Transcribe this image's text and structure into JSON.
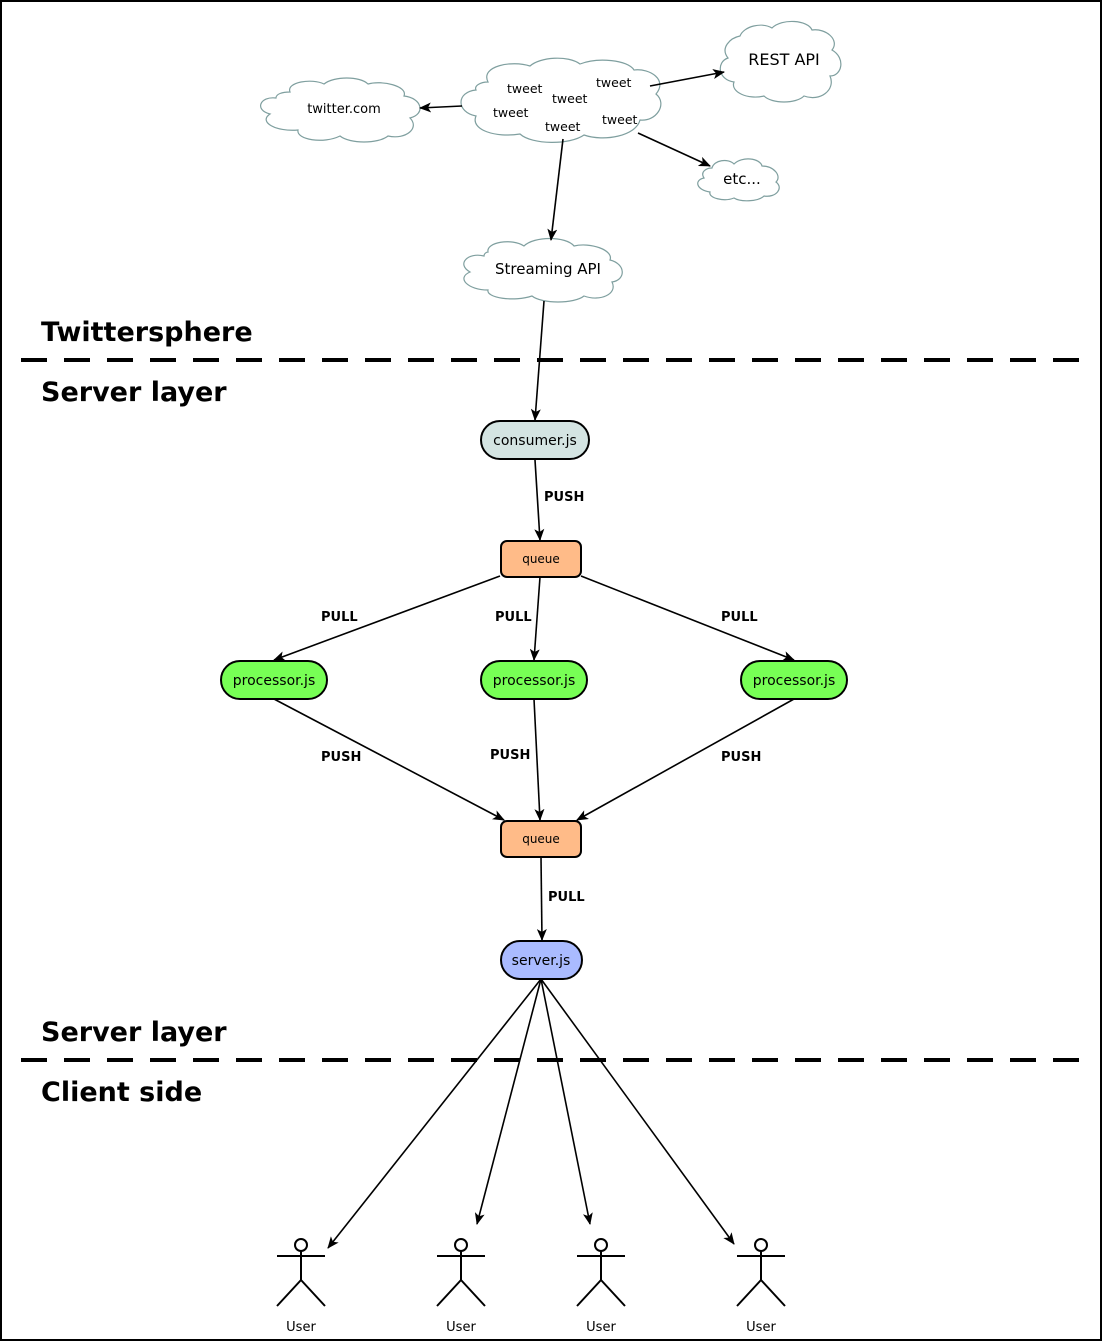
{
  "layers": {
    "twittersphere": "Twittersphere",
    "server_top": "Server layer",
    "server_bottom": "Server layer",
    "client": "Client side"
  },
  "clouds": {
    "tweets": [
      "tweet",
      "tweet",
      "tweet",
      "tweet",
      "tweet",
      "tweet"
    ],
    "twitter_com": "twitter.com",
    "rest_api": "REST API",
    "etc": "etc...",
    "streaming_api": "Streaming API"
  },
  "nodes": {
    "consumer": "consumer.js",
    "queue_top": "queue",
    "processor_left": "processor.js",
    "processor_mid": "processor.js",
    "processor_right": "processor.js",
    "queue_bottom": "queue",
    "server": "server.js"
  },
  "edge_labels": {
    "consumer_to_queue": "PUSH",
    "queue_to_proc_left": "PULL",
    "queue_to_proc_mid": "PULL",
    "queue_to_proc_right": "PULL",
    "proc_left_to_queue": "PUSH",
    "proc_mid_to_queue": "PUSH",
    "proc_right_to_queue": "PUSH",
    "queue_to_server": "PULL"
  },
  "users": [
    "User",
    "User",
    "User",
    "User"
  ],
  "colors": {
    "consumer_fill": "#d4e4e2",
    "queue_fill": "#ffbb88",
    "processor_fill": "#77ff55",
    "server_fill": "#aabbff",
    "cloud_stroke": "#7f9f9f"
  }
}
